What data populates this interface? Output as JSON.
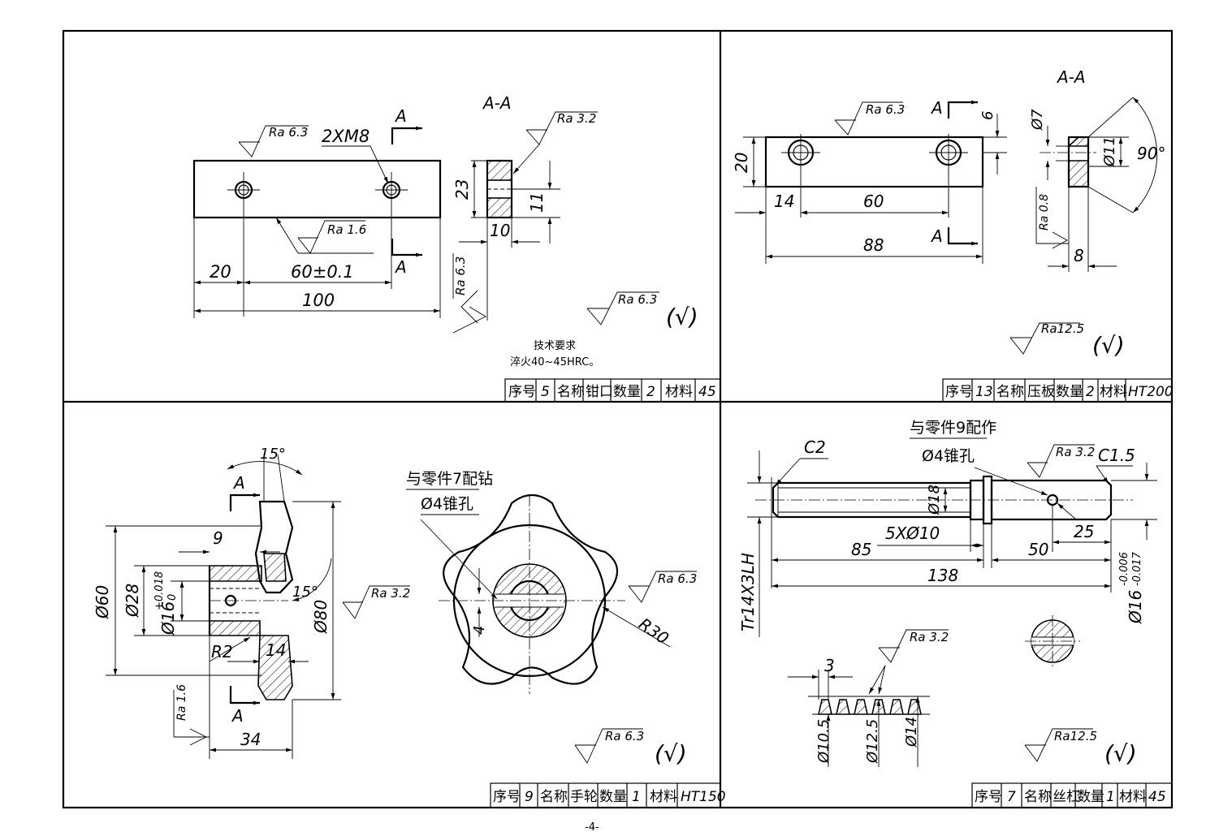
{
  "panels": {
    "tl": {
      "title_block": [
        "序号",
        "5",
        "名称",
        "钳口",
        "数量",
        "2",
        "材料",
        "45"
      ],
      "section_label": "A-A",
      "marks": {
        "a": "A"
      },
      "thread": "2XM8",
      "dims": {
        "d20": "20",
        "d60": "60±0.1",
        "d100": "100",
        "d23": "23",
        "d11": "11",
        "d10": "10"
      },
      "ra": {
        "r63": "Ra 6.3",
        "r32": "Ra 3.2",
        "r16": "Ra 1.6",
        "rside": "Ra 6.3",
        "rgen": "Ra 6.3"
      },
      "tech_title": "技术要求",
      "tech_text": "淬火40~45HRC。",
      "check": "(√)"
    },
    "tr": {
      "title_block": [
        "序号",
        "13",
        "名称",
        "压板",
        "数量",
        "2",
        "材料",
        "HT200"
      ],
      "section_label": "A-A",
      "marks": {
        "a": "A"
      },
      "dims": {
        "d20": "20",
        "d14": "14",
        "d60": "60",
        "d88": "88",
        "d6": "6",
        "d7": "Ø7",
        "d11": "Ø11",
        "d8": "8",
        "ang": "90°"
      },
      "ra": {
        "r63": "Ra 6.3",
        "r08": "Ra 0.8",
        "rgen": "Ra12.5"
      },
      "check": "(√)"
    },
    "bl": {
      "title_block": [
        "序号",
        "9",
        "名称",
        "手轮",
        "数量",
        "1",
        "材料",
        "HT150"
      ],
      "marks": {
        "a": "A"
      },
      "note1": "与零件7配钻",
      "note2": "Ø4锥孔",
      "dims": {
        "a15t": "15°",
        "a15b": "15°",
        "d9": "9",
        "d60": "Ø60",
        "d28": "Ø28",
        "d16": "Ø16",
        "tol_up": "+0.018",
        "tol_lo": "0",
        "d80": "Ø80",
        "r2": "R2",
        "d14": "14",
        "d34": "34",
        "d4": "4",
        "r30": "R30"
      },
      "ra": {
        "r16": "Ra 1.6",
        "r32": "Ra 3.2",
        "r63": "Ra 6.3",
        "rgen": "Ra 6.3"
      },
      "check": "(√)"
    },
    "br": {
      "title_block": [
        "序号",
        "7",
        "名称",
        "丝杠",
        "数量",
        "1",
        "材料",
        "45"
      ],
      "note1": "与零件9配作",
      "note2": "Ø4锥孔",
      "dims": {
        "c2": "C2",
        "c15": "C1.5",
        "d18": "Ø18",
        "hole": "5XØ10",
        "d85": "85",
        "d25": "25",
        "d50": "50",
        "d138": "138",
        "tr": "Tr14X3LH",
        "d16": "Ø16",
        "tol_up": "-0.006",
        "tol_lo": "-0.017",
        "d3": "3",
        "d105": "Ø10.5",
        "d125": "Ø12.5",
        "d14": "Ø14"
      },
      "ra": {
        "r32": "Ra 3.2",
        "r32b": "Ra 3.2",
        "rgen": "Ra12.5"
      },
      "check": "(√)"
    }
  },
  "page_number": "-4-"
}
